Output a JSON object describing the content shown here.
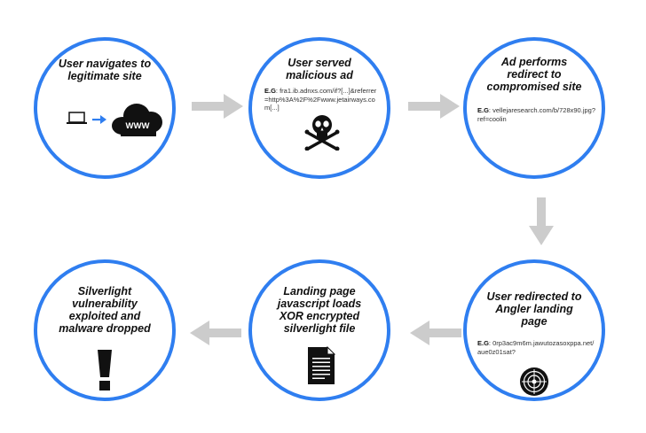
{
  "colors": {
    "circle_border": "#2f7ef0",
    "arrow_gray": "#cccccc",
    "icon_dark": "#111111",
    "laptop_arrow": "#2f7ef0"
  },
  "steps": [
    {
      "title_lines": [
        "User navigates to",
        "legitimate site"
      ],
      "icons": [
        "laptop-icon",
        "blue-arrow-icon",
        "www-cloud-icon"
      ],
      "cloud_text": "WWW"
    },
    {
      "title_lines": [
        "User served",
        "malicious ad"
      ],
      "eg_label": "E.G",
      "eg_text": "fra1.ib.adnxs.com/if?[...]&referrer=http%3A%2F%2Fwww.jetairways.com[...]",
      "icons": [
        "skull-crossbones-icon"
      ]
    },
    {
      "title_lines": [
        "Ad performs",
        "redirect to",
        "compromised site"
      ],
      "eg_label": "E.G",
      "eg_text": "vellejaresearch.com/b/728x90.jpg?ref=coolin"
    },
    {
      "title_lines": [
        "User redirected to",
        "Angler landing",
        "page"
      ],
      "eg_label": "E.G",
      "eg_text": "0rp3ac9m6m.jawutozasoxppa.net/aue0z01sat?",
      "icons": [
        "target-icon"
      ]
    },
    {
      "title_lines": [
        "Landing page",
        "javascript loads",
        "XOR encrypted",
        "silverlight file"
      ],
      "icons": [
        "document-icon"
      ]
    },
    {
      "title_lines": [
        "Silverlight",
        "vulnerability",
        "exploited and",
        "malware dropped"
      ],
      "icons": [
        "exclamation-icon"
      ]
    }
  ]
}
